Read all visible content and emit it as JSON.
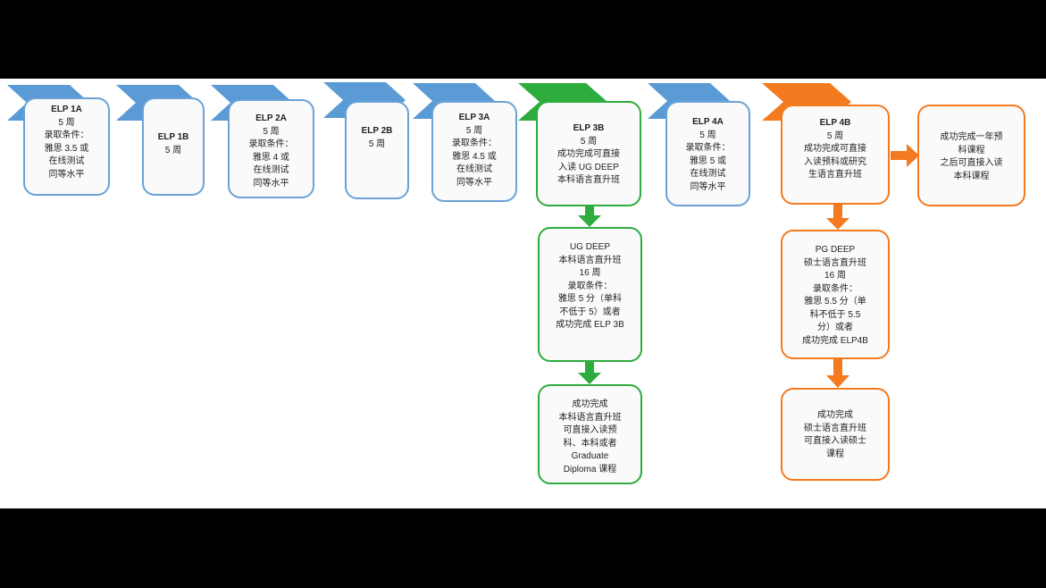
{
  "colors": {
    "blue": "#5b9bd5",
    "green": "#2eac3e",
    "orange": "#f47a20"
  },
  "steps": [
    {
      "title": "ELP 1A",
      "lines": [
        "5 周",
        "录取条件：",
        "雅思 3.5 或",
        "在线测试",
        "同等水平"
      ]
    },
    {
      "title": "ELP 1B",
      "lines": [
        "5 周"
      ]
    },
    {
      "title": "ELP 2A",
      "lines": [
        "5 周",
        "录取条件：",
        "雅思 4 或",
        "在线测试",
        "同等水平"
      ]
    },
    {
      "title": "ELP 2B",
      "lines": [
        "5 周"
      ]
    },
    {
      "title": "ELP 3A",
      "lines": [
        "5 周",
        "录取条件：",
        "雅思 4.5 或",
        "在线测试",
        "同等水平"
      ]
    },
    {
      "title": "ELP 3B",
      "lines": [
        "5 周",
        "成功完成可直接",
        "入读 UG DEEP",
        "本科语言直升班"
      ]
    },
    {
      "title": "ELP 4A",
      "lines": [
        "5 周",
        "录取条件：",
        "雅思 5 或",
        "在线测试",
        "同等水平"
      ]
    },
    {
      "title": "ELP 4B",
      "lines": [
        "5 周",
        "成功完成可直接",
        "入读预科或研究",
        "生语言直升班"
      ]
    }
  ],
  "foundation_box": {
    "lines": [
      "成功完成一年预",
      "科课程",
      "之后可直接入读",
      "本科课程"
    ]
  },
  "ug_deep": {
    "lines": [
      "UG DEEP",
      "本科语言直升班",
      "16 周",
      "录取条件：",
      "雅思 5 分（单科",
      "不低于 5）或者",
      "成功完成 ELP 3B"
    ]
  },
  "ug_result": {
    "lines": [
      "成功完成",
      "本科语言直升班",
      "可直接入读预",
      "科、本科或者",
      "Graduate",
      "Diploma 课程"
    ]
  },
  "pg_deep": {
    "lines": [
      "PG DEEP",
      "硕士语言直升班",
      "16 周",
      "录取条件：",
      "雅思 5.5 分（单",
      "科不低于 5.5",
      "分）或者",
      "成功完成 ELP4B"
    ]
  },
  "pg_result": {
    "lines": [
      "成功完成",
      "硕士语言直升班",
      "可直接入读硕士",
      "课程"
    ]
  }
}
